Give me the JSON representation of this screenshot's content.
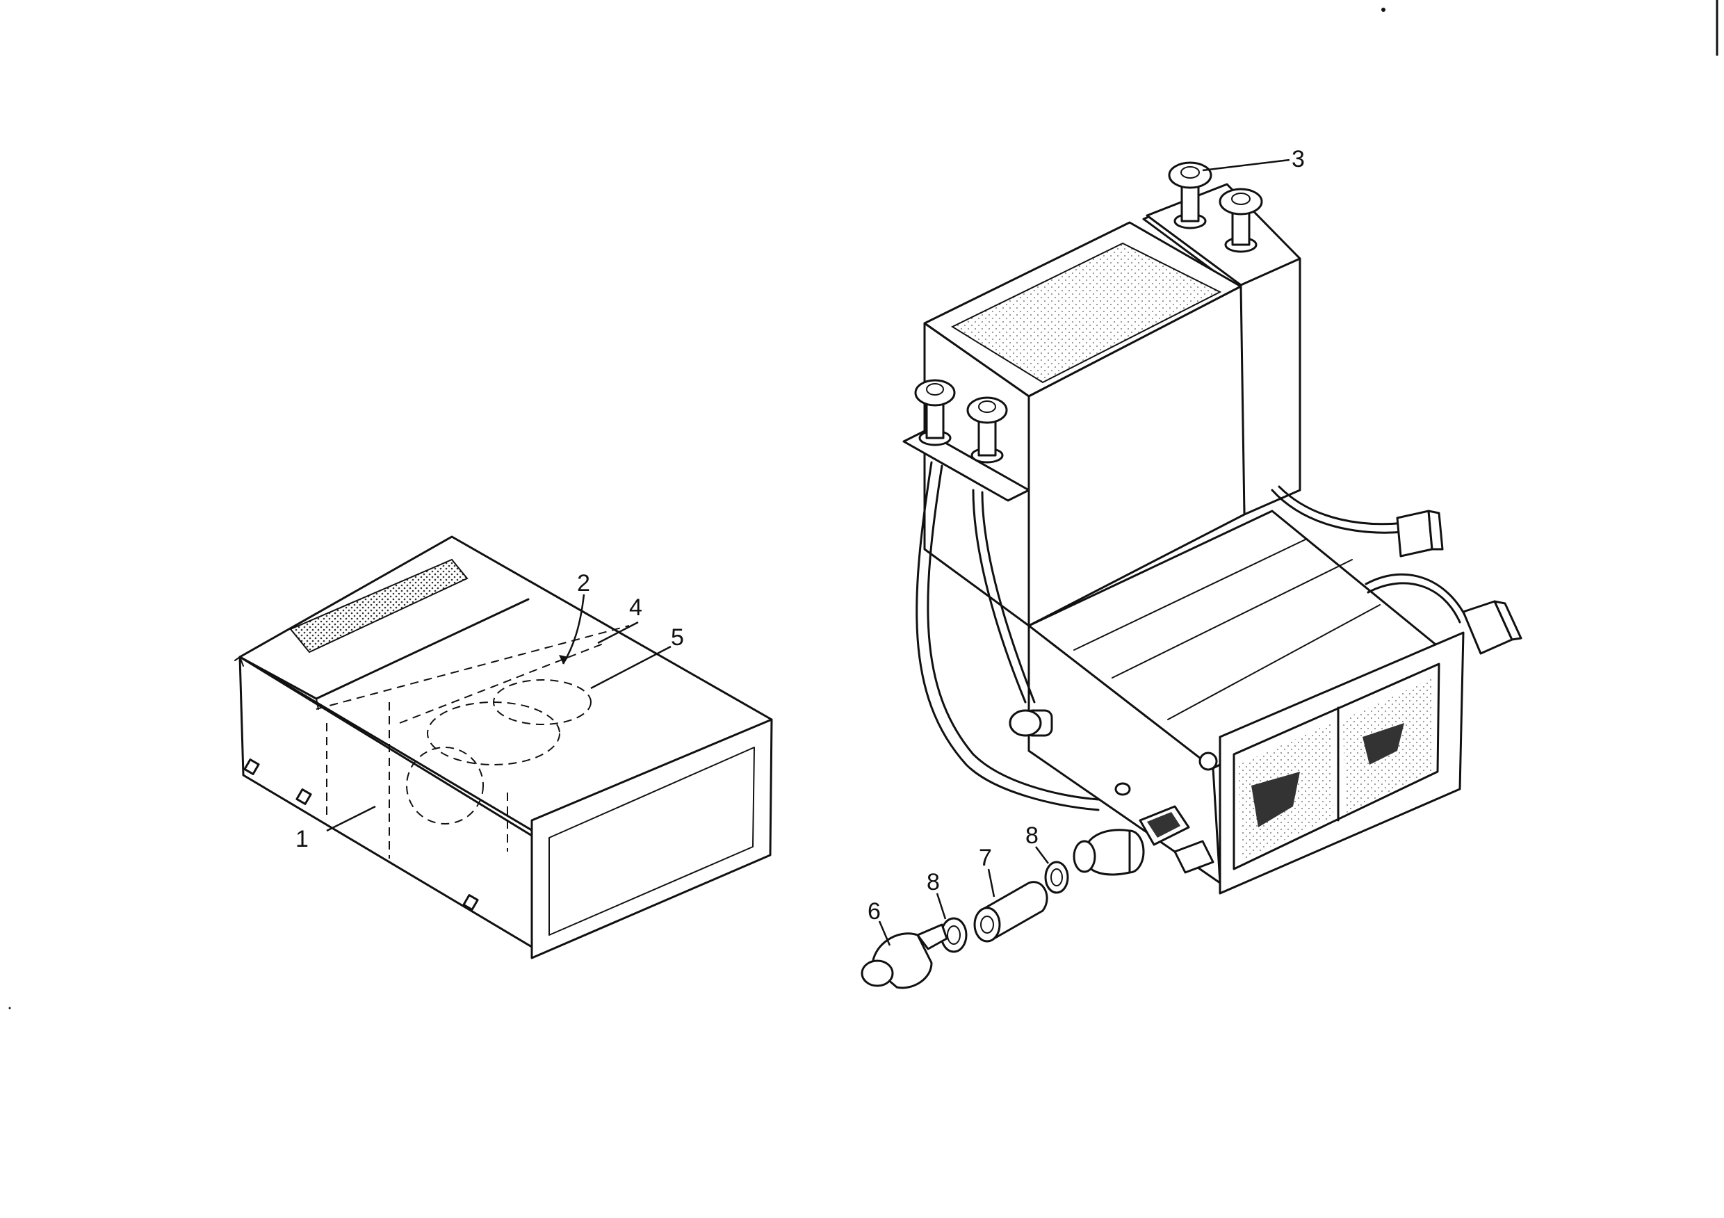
{
  "figure": {
    "callouts": {
      "c1": "1",
      "c2": "2",
      "c3": "3",
      "c4": "4",
      "c5": "5",
      "c6": "6",
      "c7": "7",
      "c8a": "8",
      "c8b": "8"
    },
    "colors": {
      "ink": "#111111",
      "paper": "#ffffff",
      "screen": "#333333"
    }
  }
}
